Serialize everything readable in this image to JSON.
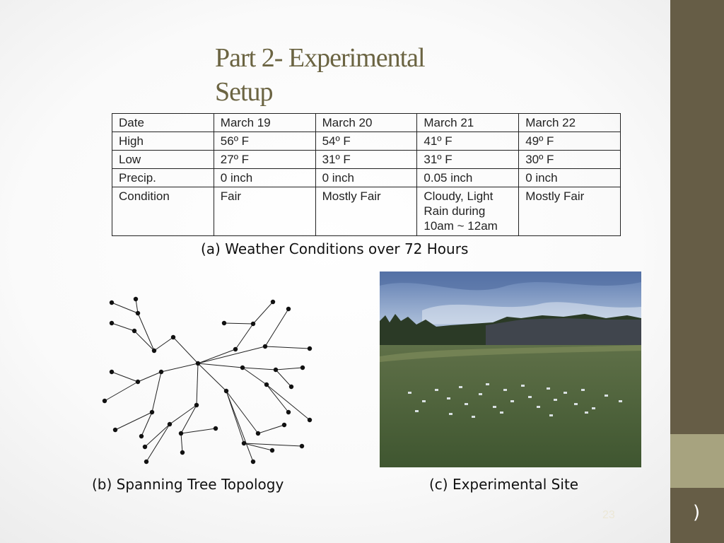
{
  "slide": {
    "title_line1": "Part 2- Experimental",
    "title_line2": "Setup",
    "slide_number": "23",
    "side_glyph": ")"
  },
  "weather_table": {
    "rows": [
      [
        "Date",
        "March 19",
        "March 20",
        "March 21",
        "March 22"
      ],
      [
        "High",
        "56º F",
        "54º F",
        "41º F",
        "49º F"
      ],
      [
        "Low",
        "27º F",
        "31º F",
        "31º F",
        "30º F"
      ],
      [
        "Precip.",
        "0 inch",
        "0 inch",
        "0.05 inch",
        "0 inch"
      ],
      [
        "Condition",
        "Fair",
        "Mostly Fair",
        "Cloudy, Light Rain during 10am ~ 12am",
        "Mostly Fair"
      ]
    ]
  },
  "captions": {
    "a": "(a) Weather Conditions over 72 Hours",
    "b": "(b) Spanning Tree Topology",
    "c": "(c) Experimental Site"
  }
}
